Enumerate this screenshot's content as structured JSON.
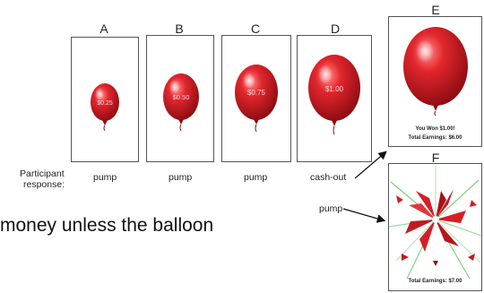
{
  "panels": [
    {
      "letter": "A",
      "amount": "$0.25",
      "response": "pump"
    },
    {
      "letter": "B",
      "amount": "$0.50",
      "response": "pump"
    },
    {
      "letter": "C",
      "amount": "$0.75",
      "response": "pump"
    },
    {
      "letter": "D",
      "amount": "$1.00",
      "response": "cash-out"
    }
  ],
  "panel_e": {
    "letter": "E",
    "won_text": "You Won $1.00!",
    "total_text": "Total Earnings: $6.00"
  },
  "panel_f": {
    "letter": "F",
    "total_text": "Total Earnings: $7.00"
  },
  "participant_label_line1": "Participant",
  "participant_label_line2": "response:",
  "pump_arrow_label": "pump",
  "caption_text": "money unless the balloon",
  "colors": {
    "balloon": "#d41f26",
    "balloon_dark": "#8d0d12",
    "frame": "#555555"
  }
}
